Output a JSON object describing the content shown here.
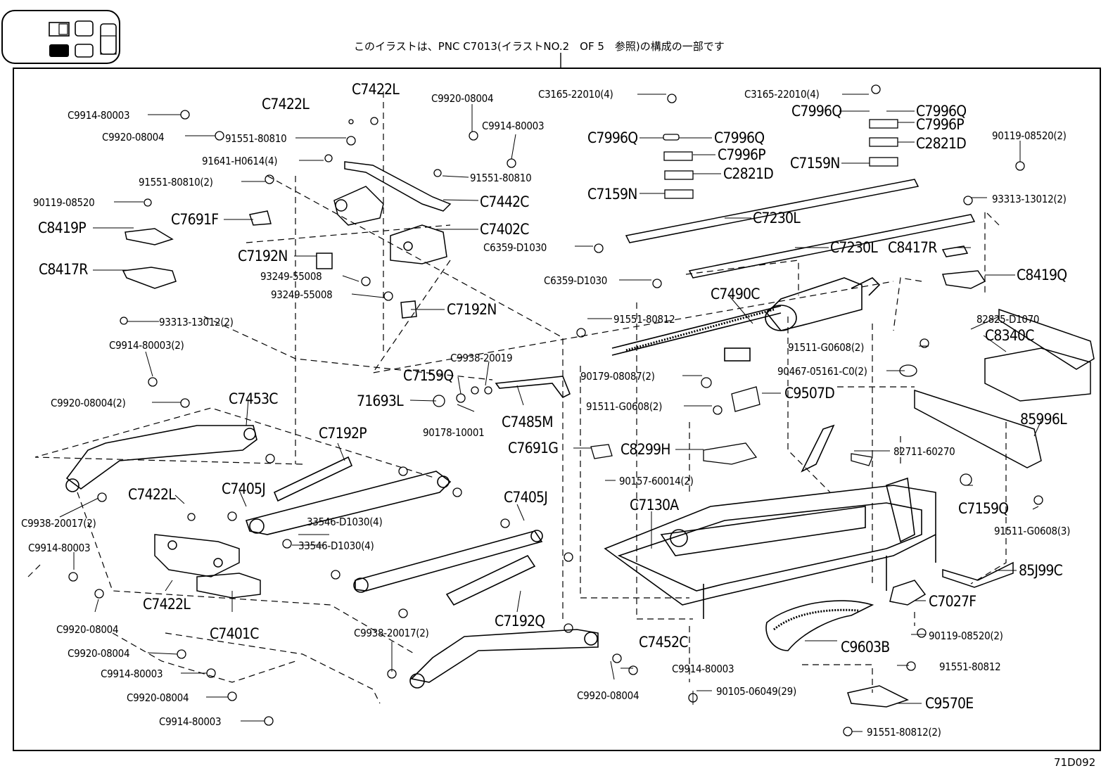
{
  "header_note": "このイラストは、PNC C7013(イラストNO.2　OF 5　参照)の構成の一部です",
  "illustration_id": "71D092",
  "view_indicator": {
    "cells": 6,
    "active": "bottom-left"
  },
  "callouts": [
    {
      "id": "c1",
      "text": "C7422L"
    },
    {
      "id": "c2",
      "text": "C7422L"
    },
    {
      "id": "c3",
      "text": "C9914-80003"
    },
    {
      "id": "c4",
      "text": "C9920-08004"
    },
    {
      "id": "c5",
      "text": "91551-80810"
    },
    {
      "id": "c6",
      "text": "91641-H0614(4)"
    },
    {
      "id": "c7",
      "text": "91551-80810(2)"
    },
    {
      "id": "c8",
      "text": "90119-08520"
    },
    {
      "id": "c9",
      "text": "C8419P"
    },
    {
      "id": "c10",
      "text": "C7691F"
    },
    {
      "id": "c11",
      "text": "C8417R"
    },
    {
      "id": "c12",
      "text": "C7192N"
    },
    {
      "id": "c13",
      "text": "93249-55008"
    },
    {
      "id": "c14",
      "text": "93249-55008"
    },
    {
      "id": "c15",
      "text": "C7192N"
    },
    {
      "id": "c16",
      "text": "93313-13012(2)"
    },
    {
      "id": "c17",
      "text": "C9914-80003(2)"
    },
    {
      "id": "c18",
      "text": "C9920-08004(2)"
    },
    {
      "id": "c19",
      "text": "C7453C"
    },
    {
      "id": "c20",
      "text": "C9920-08004"
    },
    {
      "id": "c21",
      "text": "C9914-80003"
    },
    {
      "id": "c22",
      "text": "91551-80810"
    },
    {
      "id": "c23",
      "text": "C7442C"
    },
    {
      "id": "c24",
      "text": "C7402C"
    },
    {
      "id": "c25",
      "text": "C3165-22010(4)"
    },
    {
      "id": "c26",
      "text": "C7996Q"
    },
    {
      "id": "c27",
      "text": "C7996Q"
    },
    {
      "id": "c28",
      "text": "C7996P"
    },
    {
      "id": "c29",
      "text": "C2821D"
    },
    {
      "id": "c30",
      "text": "C7159N"
    },
    {
      "id": "c31",
      "text": "C7230L"
    },
    {
      "id": "c32",
      "text": "C6359-D1030"
    },
    {
      "id": "c33",
      "text": "C7230L"
    },
    {
      "id": "c34",
      "text": "C6359-D1030"
    },
    {
      "id": "c35",
      "text": "C3165-22010(4)"
    },
    {
      "id": "c36",
      "text": "C7996Q"
    },
    {
      "id": "c37",
      "text": "C7996Q"
    },
    {
      "id": "c38",
      "text": "C7996P"
    },
    {
      "id": "c39",
      "text": "C2821D"
    },
    {
      "id": "c40",
      "text": "C7159N"
    },
    {
      "id": "c41",
      "text": "90119-08520(2)"
    },
    {
      "id": "c42",
      "text": "93313-13012(2)"
    },
    {
      "id": "c43",
      "text": "C8417R"
    },
    {
      "id": "c44",
      "text": "C8419Q"
    },
    {
      "id": "c45",
      "text": "C7490C"
    },
    {
      "id": "c46",
      "text": "91551-80812"
    },
    {
      "id": "c47",
      "text": "82825-D1070"
    },
    {
      "id": "c48",
      "text": "C8340C"
    },
    {
      "id": "c49",
      "text": "91511-G0608(2)"
    },
    {
      "id": "c50",
      "text": "90467-05161-C0(2)"
    },
    {
      "id": "c51",
      "text": "C9938-20019"
    },
    {
      "id": "c52",
      "text": "C7159Q"
    },
    {
      "id": "c53",
      "text": "71693L"
    },
    {
      "id": "c54",
      "text": "90178-10001"
    },
    {
      "id": "c55",
      "text": "C7485M"
    },
    {
      "id": "c56",
      "text": "90179-08087(2)"
    },
    {
      "id": "c57",
      "text": "C9507D"
    },
    {
      "id": "c58",
      "text": "91511-G0608(2)"
    },
    {
      "id": "c59",
      "text": "85996L"
    },
    {
      "id": "c60",
      "text": "C7691G"
    },
    {
      "id": "c61",
      "text": "C8299H"
    },
    {
      "id": "c62",
      "text": "82711-60270"
    },
    {
      "id": "c63",
      "text": "90157-60014(2)"
    },
    {
      "id": "c64",
      "text": "C7159Q"
    },
    {
      "id": "c65",
      "text": "91511-G0608(3)"
    },
    {
      "id": "c66",
      "text": "C7130A"
    },
    {
      "id": "c67",
      "text": "C7192P"
    },
    {
      "id": "c68",
      "text": "C7405J"
    },
    {
      "id": "c69",
      "text": "C7422L"
    },
    {
      "id": "c70",
      "text": "C9938-20017(2)"
    },
    {
      "id": "c71",
      "text": "C9914-80003"
    },
    {
      "id": "c72",
      "text": "33546-D1030(4)"
    },
    {
      "id": "c73",
      "text": "33546-D1030(4)"
    },
    {
      "id": "c74",
      "text": "C7405J"
    },
    {
      "id": "c75",
      "text": "C7422L"
    },
    {
      "id": "c76",
      "text": "C9920-08004"
    },
    {
      "id": "c77",
      "text": "C7401C"
    },
    {
      "id": "c78",
      "text": "C7192Q"
    },
    {
      "id": "c79",
      "text": "C9938-20017(2)"
    },
    {
      "id": "c80",
      "text": "85J99C"
    },
    {
      "id": "c81",
      "text": "C7027F"
    },
    {
      "id": "c82",
      "text": "90119-08520(2)"
    },
    {
      "id": "c83",
      "text": "C9920-08004"
    },
    {
      "id": "c84",
      "text": "C9914-80003"
    },
    {
      "id": "c85",
      "text": "C7452C"
    },
    {
      "id": "c86",
      "text": "C9603B"
    },
    {
      "id": "c87",
      "text": "C9914-80003"
    },
    {
      "id": "c88",
      "text": "91551-80812"
    },
    {
      "id": "c89",
      "text": "C9920-08004"
    },
    {
      "id": "c90",
      "text": "C9914-80003"
    },
    {
      "id": "c91",
      "text": "C9920-08004"
    },
    {
      "id": "c92",
      "text": "90105-06049(29)"
    },
    {
      "id": "c93",
      "text": "C9570E"
    },
    {
      "id": "c94",
      "text": "91551-80812(2)"
    }
  ]
}
